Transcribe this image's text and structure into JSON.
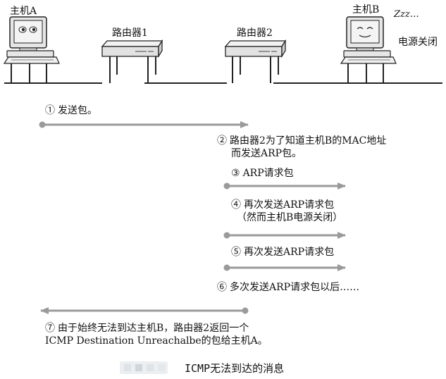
{
  "colors": {
    "arrow": "#9a9a9a",
    "line": "#222222",
    "device_fill": "#e6e6e6",
    "screen_fill": "#f4f4f4"
  },
  "devices": {
    "host_a": {
      "label": "主机A"
    },
    "host_b": {
      "label": "主机B",
      "sleep_text": "Zzz…",
      "status": "电源关闭"
    },
    "router1": {
      "label": "路由器1"
    },
    "router2": {
      "label": "路由器2"
    }
  },
  "steps": {
    "s1": {
      "num": "①",
      "text": "发送包。"
    },
    "s2": {
      "num": "②",
      "line1": "路由器2为了知道主机B的MAC地址",
      "line2": "而发送ARP包。"
    },
    "s3": {
      "num": "③",
      "text": "ARP请求包"
    },
    "s4": {
      "num": "④",
      "line1": "再次发送ARP请求包",
      "line2": "（然而主机B电源关闭）"
    },
    "s5": {
      "num": "⑤",
      "text": "再次发送ARP请求包"
    },
    "s6": {
      "num": "⑥",
      "text": "多次发送ARP请求包以后……"
    },
    "s7": {
      "num": "⑦",
      "line1": "由于始终无法到达主机B，路由器2返回一个",
      "line2": "ICMP Destination Unreachalbe的包给主机A。"
    }
  },
  "caption": "ICMP无法到达的消息"
}
